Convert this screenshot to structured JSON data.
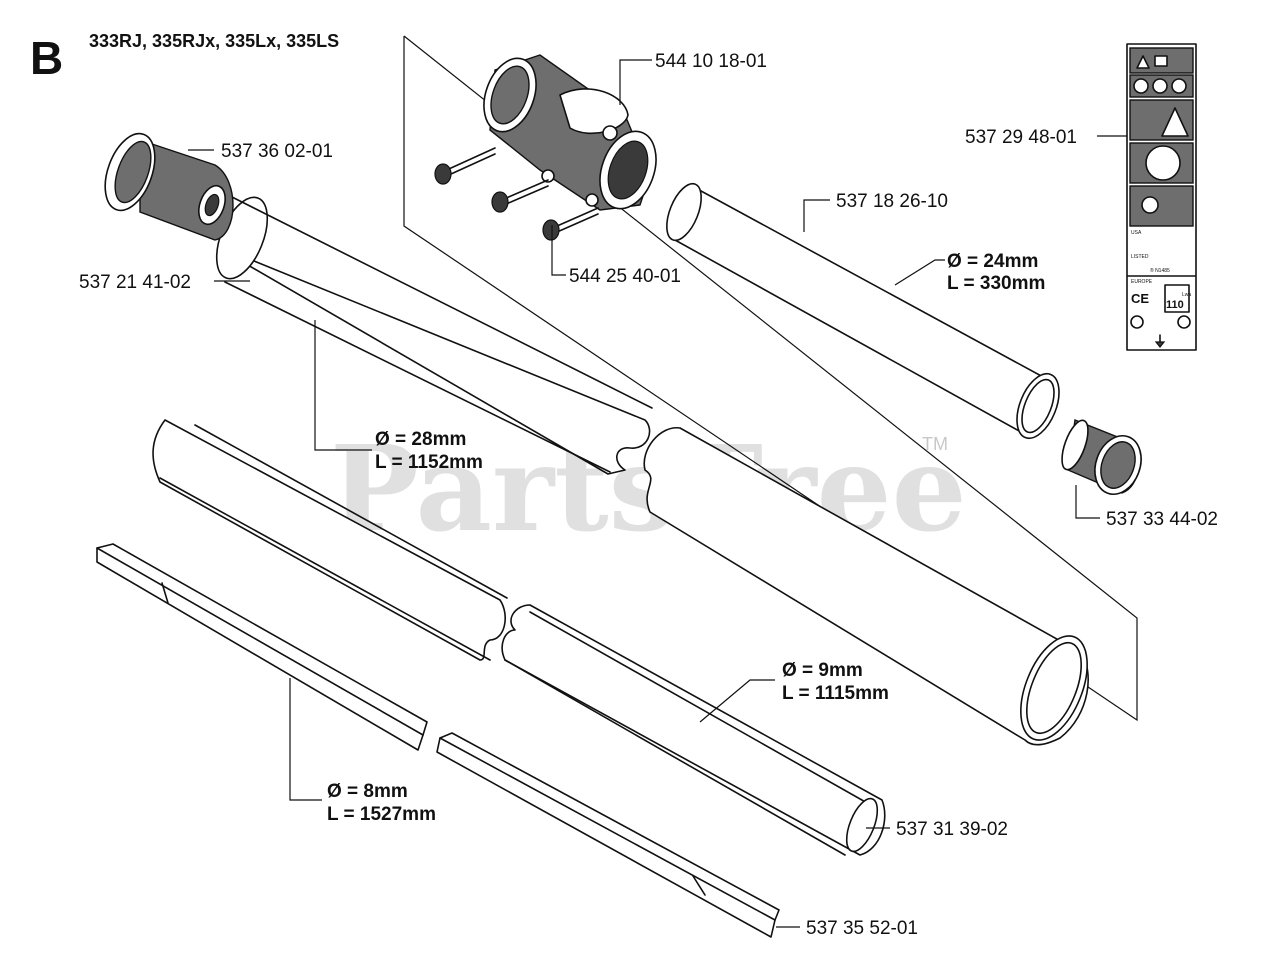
{
  "section_letter": "B",
  "models": "333RJ, 335RJx, 335Lx, 335LS",
  "watermark": "PartsTree",
  "trademark": "TM",
  "parts": {
    "clamp": "544 10 18-01",
    "screws": "544 25 40-01",
    "cap": "537 36 02-01",
    "main_tube": "537 21 41-02",
    "short_tube": "537 18 26-10",
    "bushing": "537 33 44-02",
    "decal": "537 29 48-01",
    "liner": "537 31 39-02",
    "drive_shaft": "537 35 52-01"
  },
  "dims": {
    "main_tube_d": "Ø = 28mm",
    "main_tube_l": "L = 1152mm",
    "short_tube_d": "Ø = 24mm",
    "short_tube_l": "L = 330mm",
    "liner_d": "Ø = 9mm",
    "liner_l": "L = 1115mm",
    "shaft_d": "Ø = 8mm",
    "shaft_l": "L = 1527mm"
  },
  "decal_text": {
    "usa": "USA",
    "listed": "LISTED",
    "code": "® N1485",
    "europe": "EUROPE",
    "ce": "CE",
    "db": "110",
    "db_unit": "dB",
    "lwa": "Lwa"
  }
}
